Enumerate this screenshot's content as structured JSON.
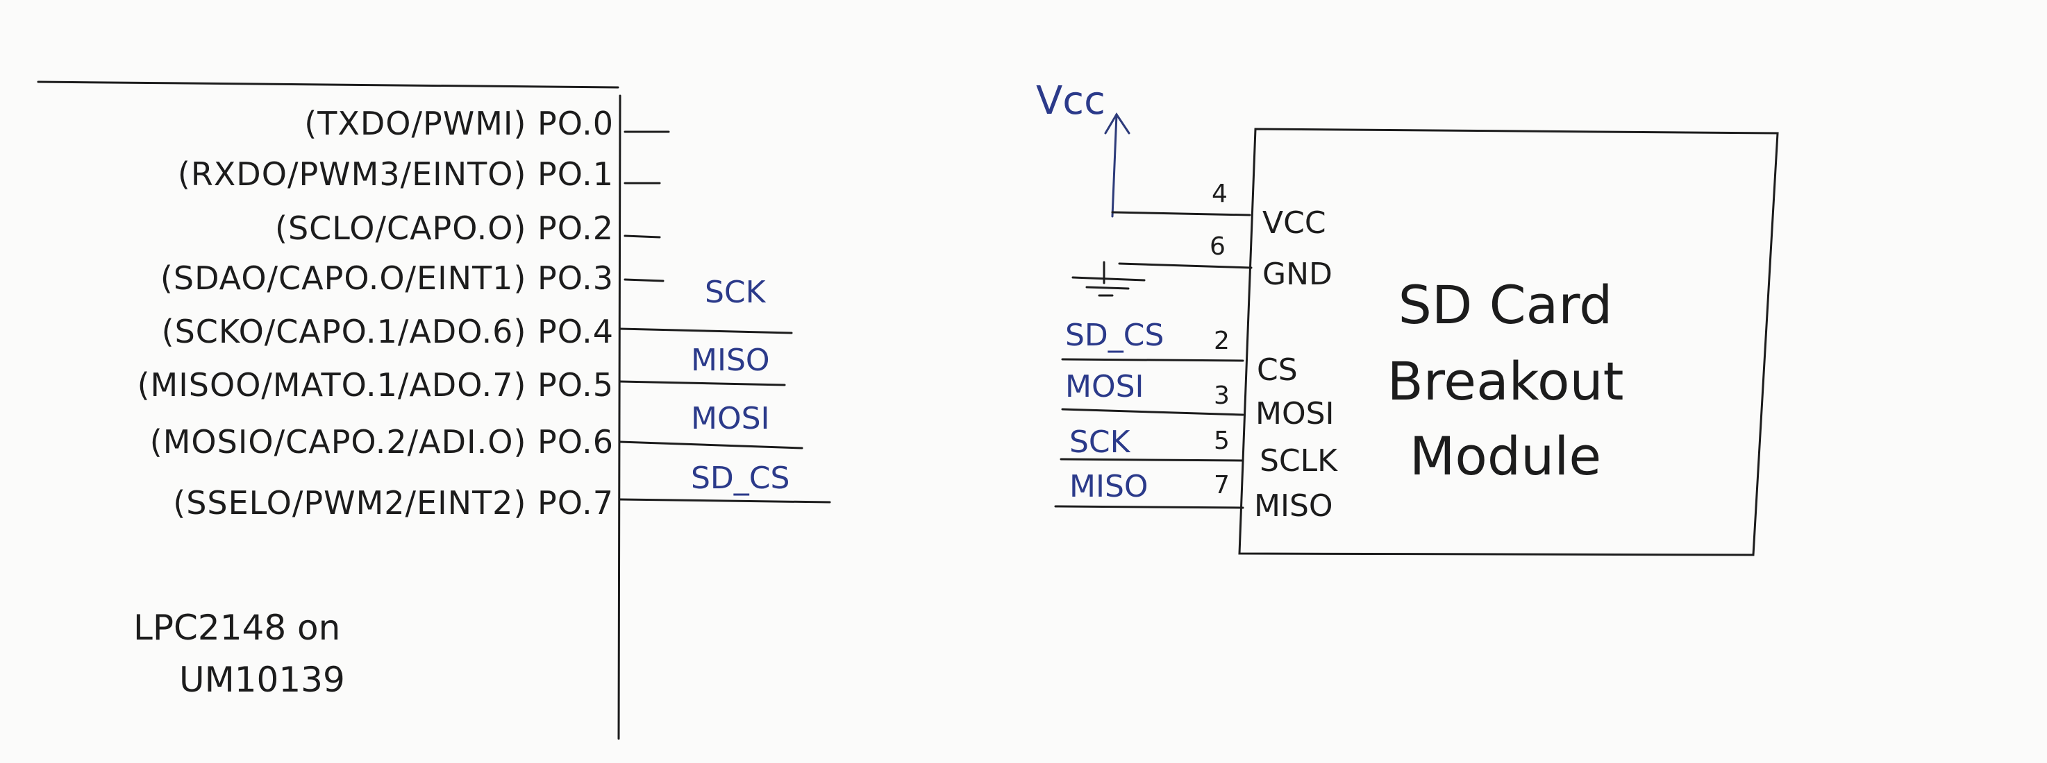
{
  "lpc": {
    "pins": [
      "(TXDO/PWMI) PO.0",
      "(RXDO/PWM3/EINTO) PO.1",
      "(SCLO/CAPO.O) PO.2",
      "(SDAO/CAPO.O/EINT1) PO.3",
      "(SCKO/CAPO.1/ADO.6) PO.4",
      "(MISOO/MATO.1/ADO.7) PO.5",
      "(MOSIO/CAPO.2/ADI.O) PO.6",
      "(SSELO/PWM2/EINT2) PO.7"
    ],
    "label_line1": "LPC2148 on",
    "label_line2": "UM10139"
  },
  "lpc_signals": [
    "SCK",
    "MISO",
    "MOSI",
    "SD_CS"
  ],
  "power": {
    "vcc_label": "Vcc"
  },
  "module": {
    "title_line1": "SD Card",
    "title_line2": "Breakout",
    "title_line3": "Module",
    "pins": [
      {
        "num": "4",
        "name": "VCC"
      },
      {
        "num": "6",
        "name": "GND"
      },
      {
        "num": "2",
        "name": "CS",
        "signal": "SD_CS"
      },
      {
        "num": "3",
        "name": "MOSI",
        "signal": "MOSI"
      },
      {
        "num": "5",
        "name": "SCLK",
        "signal": "SCK"
      },
      {
        "num": "7",
        "name": "MISO",
        "signal": "MISO"
      }
    ]
  },
  "colors": {
    "ink": "#1c1c1c",
    "blue_ink": "#2b3a8a",
    "paper": "#fbfbfa"
  }
}
